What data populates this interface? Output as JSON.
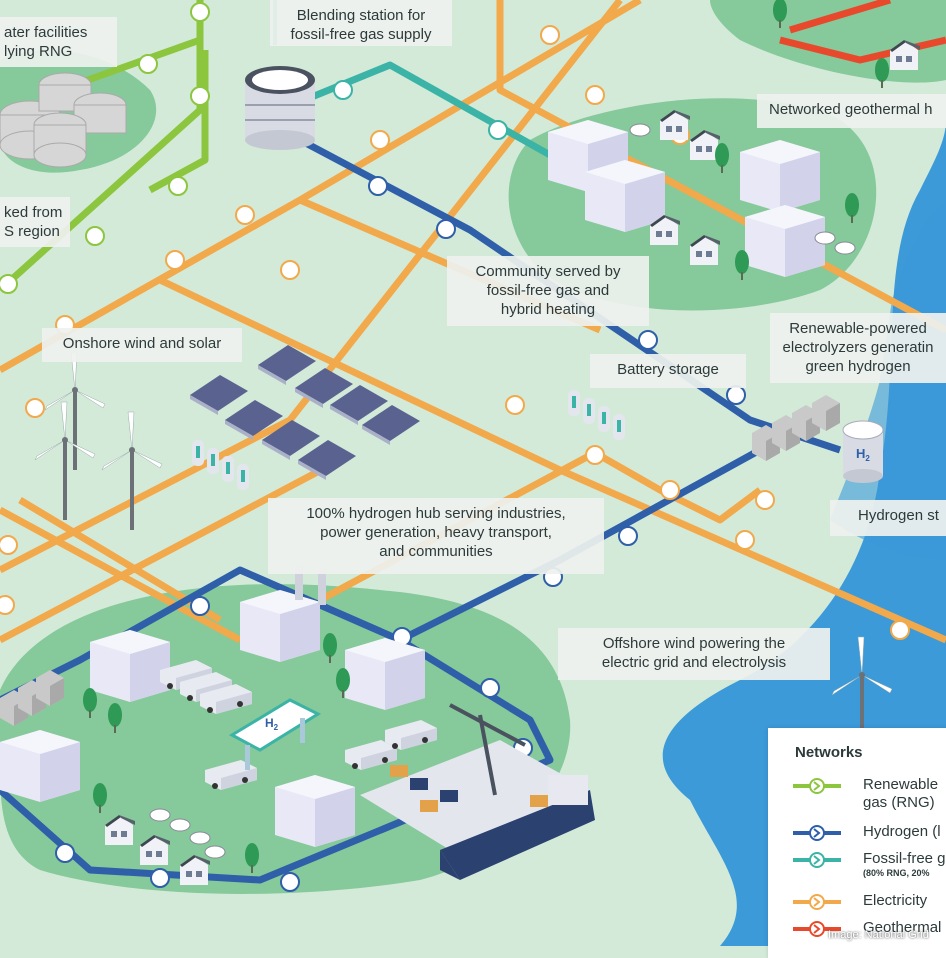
{
  "callouts": {
    "rng_facilities": [
      "ater facilities",
      "lying RNG"
    ],
    "blending_station": [
      "Blending station for",
      "fossil-free gas supply"
    ],
    "networked_geothermal": [
      "Networked geothermal h"
    ],
    "imported_region": [
      "ked from",
      "S region"
    ],
    "community_served": [
      "Community served by",
      "fossil-free gas and",
      "hybrid heating"
    ],
    "onshore_wind": [
      "Onshore wind and solar"
    ],
    "battery_storage": [
      "Battery storage"
    ],
    "electrolyzers": [
      "Renewable-powered",
      "electrolyzers generatin",
      "green hydrogen"
    ],
    "hydrogen_storage": [
      "Hydrogen st"
    ],
    "hydrogen_hub": [
      "100% hydrogen hub serving industries,",
      "power generation, heavy transport,",
      "and communities"
    ],
    "offshore_wind": [
      "Offshore wind powering the",
      "electric grid and electrolysis"
    ]
  },
  "h2_tank_label": "H",
  "h2_tank_sub": "2",
  "station_sign": "H",
  "station_sign_sub": "2",
  "legend": {
    "title": "Networks",
    "items": [
      {
        "label": "Renewable",
        "label2": "gas (RNG)",
        "color": "#8cc63f"
      },
      {
        "label": "Hydrogen (l",
        "color": "#2e5fa8"
      },
      {
        "label": "Fossil-free g",
        "sub": "(80% RNG, 20%",
        "color": "#3bb3a6"
      },
      {
        "label": "Electricity",
        "color": "#f2a94b"
      },
      {
        "label": "Geothermal",
        "color": "#e8492d"
      }
    ]
  },
  "credit": "Image: National Grid",
  "colors": {
    "rng": "#8cc63f",
    "hydrogen": "#2e5fa8",
    "fossil_free": "#3bb3a6",
    "electricity": "#f2a94b",
    "geothermal": "#e8492d",
    "land": "#d3ead9",
    "sea": "#3c9ad9",
    "park": "#86c99a"
  }
}
